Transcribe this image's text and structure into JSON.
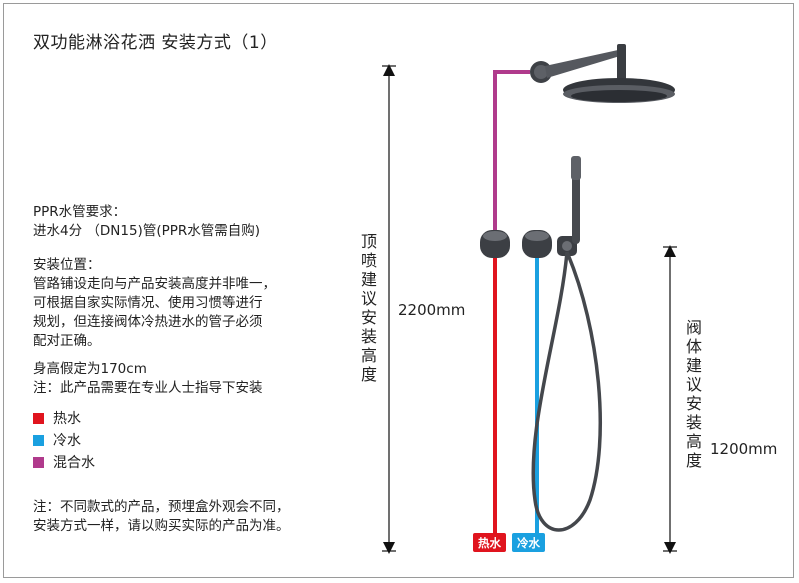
{
  "title": "双功能淋浴花洒 安装方式（1）",
  "pipe_requirement": {
    "heading": "PPR水管要求：",
    "detail": "进水4分 （DN15)管(PPR水管需自购)"
  },
  "install_position": {
    "heading": "安装位置：",
    "lines": [
      "管路铺设走向与产品安装高度并非唯一，",
      "可根据自家实际情况、使用习惯等进行",
      "规划，但连接阀体冷热进水的管子必须",
      "配对正确。"
    ]
  },
  "height_note": "身高假定为170cm",
  "pro_note": "注：此产品需要在专业人士指导下安装",
  "legend": [
    {
      "label": "热水",
      "color": "#e0141e"
    },
    {
      "label": "冷水",
      "color": "#1aa0e0"
    },
    {
      "label": "混合水",
      "color": "#b03a8c"
    }
  ],
  "footer_note": [
    "注：不同款式的产品，预埋盒外观会不同，",
    "安装方式一样，请以购买实际的产品为准。"
  ],
  "dimensions": {
    "shower_label": "顶喷建议安装高度",
    "shower_value": "2200mm",
    "valve_label": "阀体建议安装高度",
    "valve_value": "1200mm"
  },
  "pipe_tags": {
    "hot": "热水",
    "cold": "冷水"
  },
  "colors": {
    "hot": "#e0141e",
    "cold": "#1aa0e0",
    "mixed": "#b03a8c",
    "fixture": "#4a4d52"
  }
}
